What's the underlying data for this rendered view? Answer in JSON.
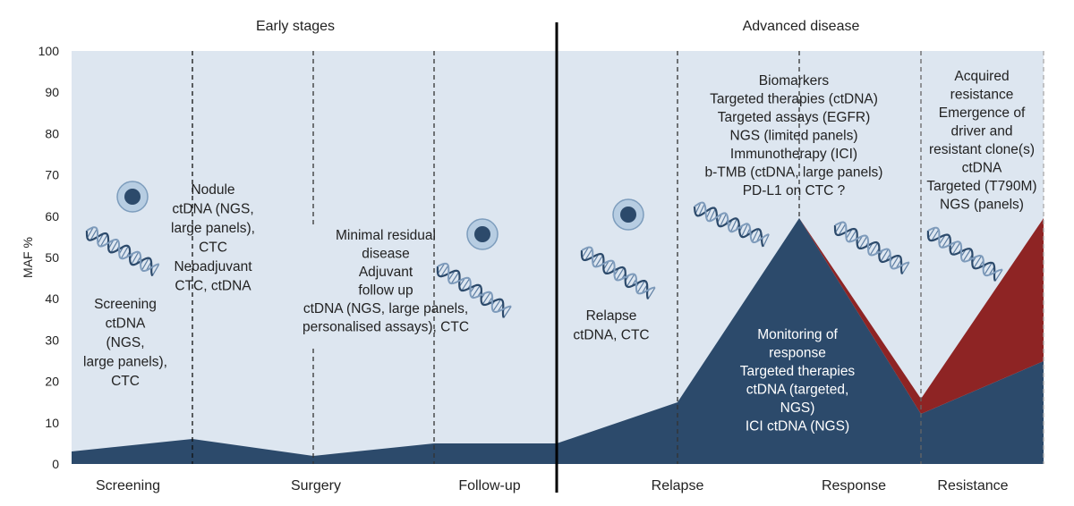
{
  "phases": {
    "early": "Early stages",
    "advanced": "Advanced disease"
  },
  "y_axis": {
    "label": "MAF %",
    "ticks": [
      "0",
      "10",
      "20",
      "30",
      "40",
      "50",
      "60",
      "70",
      "80",
      "90",
      "100"
    ]
  },
  "stages": [
    {
      "label": "Screening"
    },
    {
      "label": "Surgery"
    },
    {
      "label": "Follow-up"
    },
    {
      "label": "Relapse"
    },
    {
      "label": "Response"
    },
    {
      "label": "Resistance"
    }
  ],
  "notes": {
    "screening": [
      "Screening",
      "ctDNA",
      "(NGS,",
      "large panels),",
      "CTC"
    ],
    "nodule": [
      "Nodule",
      "ctDNA (NGS,",
      "large panels),",
      "CTC",
      "Neoadjuvant",
      "CTC, ctDNA"
    ],
    "mrd": [
      "Minimal residual",
      "disease",
      "Adjuvant",
      "follow up",
      "ctDNA (NGS, large panels,",
      "personalised assays), CTC"
    ],
    "relapse": [
      "Relapse",
      "ctDNA, CTC"
    ],
    "biomarkers": [
      "Biomarkers",
      "Targeted therapies (ctDNA)",
      "Targeted assays (EGFR)",
      "NGS (limited panels)",
      "Immunotherapy (ICI)",
      "b-TMB (ctDNA, large panels)",
      "PD-L1 on CTC ?"
    ],
    "monitoring": [
      "Monitoring of",
      "response",
      "Targeted therapies",
      "ctDNA (targeted,",
      "NGS)",
      "ICI ctDNA (NGS)"
    ],
    "resistance": [
      "Acquired",
      "resistance",
      "Emergence of",
      "driver and",
      "resistant clone(s)",
      "ctDNA",
      "Targeted (T790M)",
      "NGS (panels)"
    ]
  },
  "chart_data": {
    "type": "area",
    "ylim": [
      0,
      100
    ],
    "ylabel": "MAF %",
    "series": [
      {
        "values_by_stage_boundary": [
          {
            "x": "start",
            "y": 3
          },
          {
            "x": "Screening/Surgery",
            "y": 6
          },
          {
            "x": "Surgery",
            "y": 2
          },
          {
            "x": "Surgery/Follow-up",
            "y": 5
          },
          {
            "x": "Follow-up end",
            "y": 5
          },
          {
            "x": "Relapse",
            "y": 15
          },
          {
            "x": "Response peak",
            "y": 59
          },
          {
            "x": "Response/Resistance",
            "y": 12
          },
          {
            "x": "end",
            "y": 25
          }
        ]
      },
      {
        "values_by_stage_boundary": [
          {
            "x": "Response peak",
            "y": 59
          },
          {
            "x": "Response/Resistance",
            "y": 16
          },
          {
            "x": "end",
            "y": 59
          }
        ]
      }
    ]
  },
  "colors": {
    "background": "#dde6f0",
    "dark_area": "#2c4a6b",
    "red_area": "#8e2424",
    "resistance_label": "#a02a2a"
  },
  "icons": [
    "cell-icon",
    "dna-helix-icon"
  ]
}
